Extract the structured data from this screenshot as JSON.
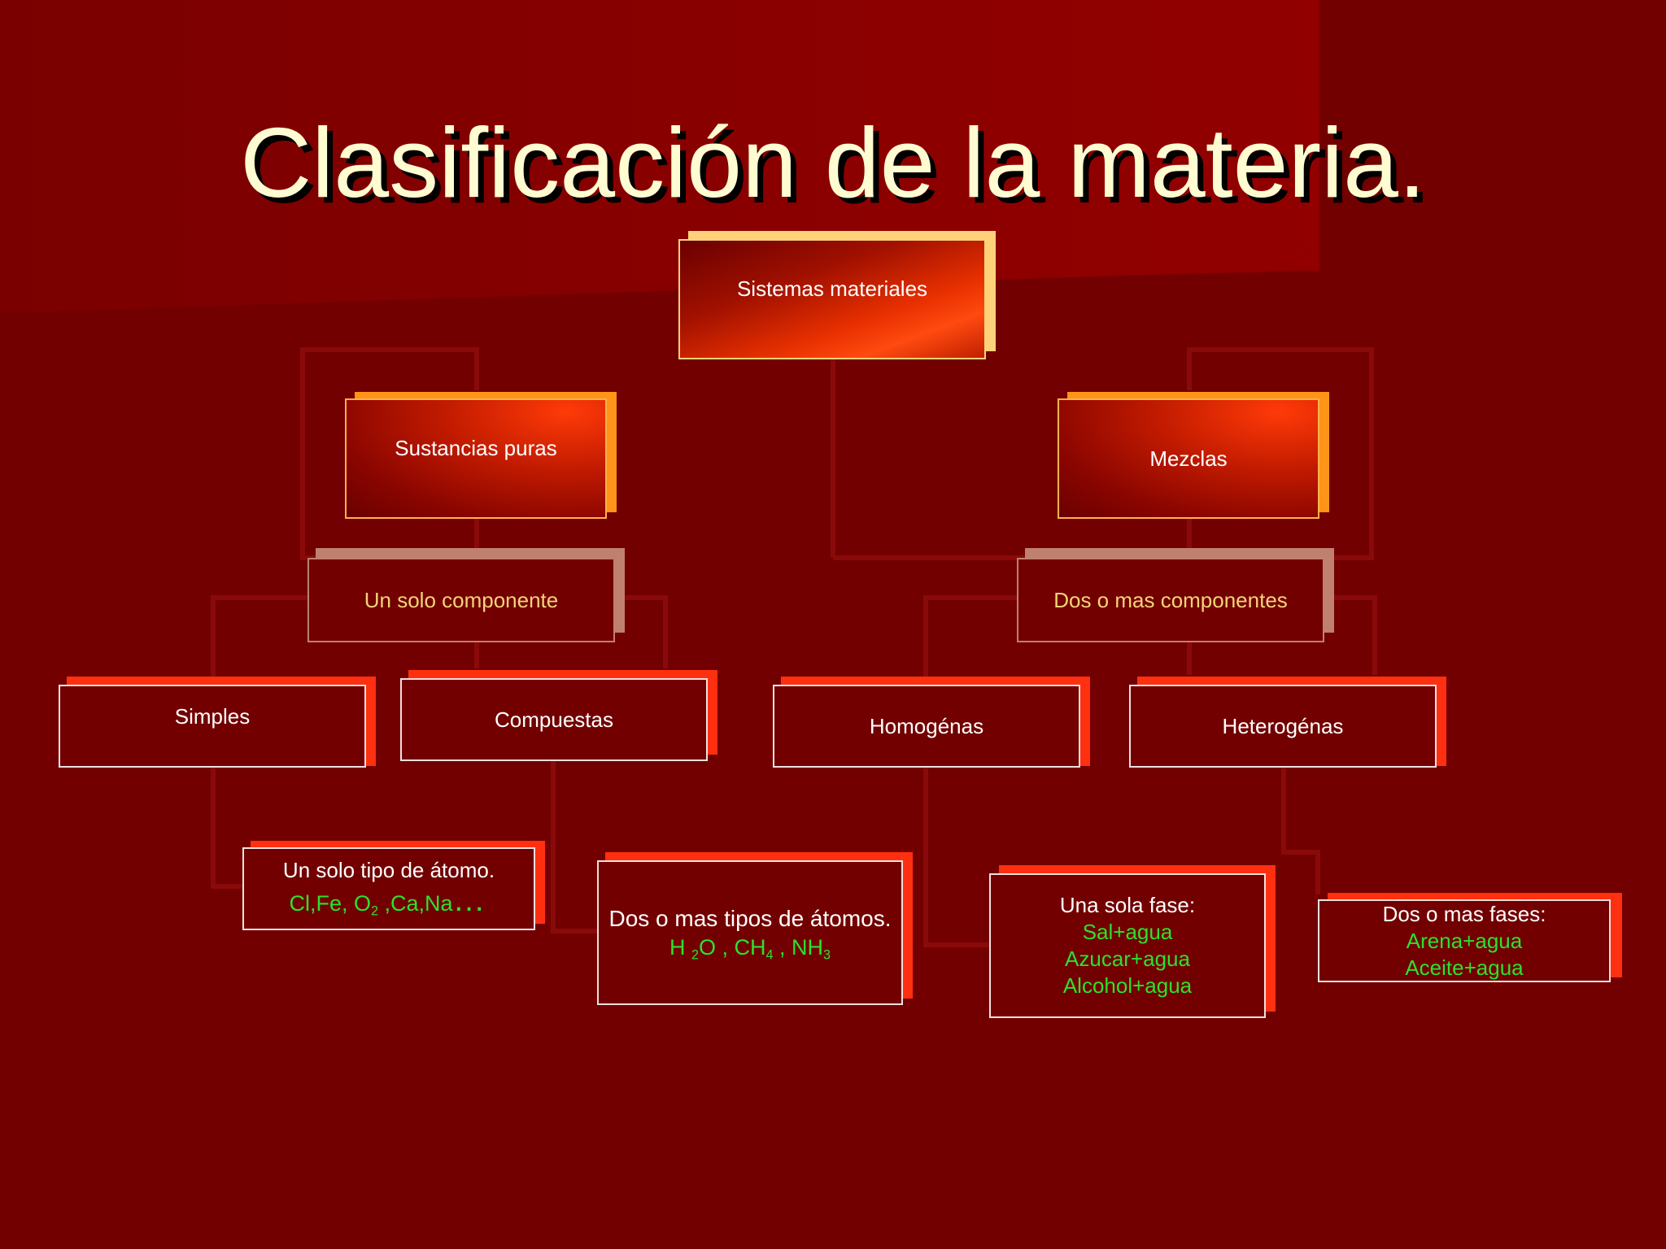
{
  "title": "Clasificación de la materia.",
  "nodes": {
    "root": "Sistemas materiales",
    "puras": "Sustancias puras",
    "mezclas": "Mezclas",
    "un_solo": "Un solo componente",
    "dos_o_mas": "Dos o mas componentes",
    "simples": "Simples",
    "compuestas": "Compuestas",
    "homogenas": "Homogénas",
    "heterogenas": "Heterogénas"
  },
  "examples": {
    "simples": {
      "description": "Un solo tipo de átomo.",
      "items": [
        "Cl,Fe, O",
        "2",
        " ,Ca,Na",
        "…"
      ]
    },
    "compuestas": {
      "description": "Dos o mas tipos de átomos.",
      "formula_parts": [
        "H ",
        "2",
        "O , CH",
        "4",
        " , NH",
        "3"
      ]
    },
    "homogenas": {
      "description": "Una sola fase:",
      "items": [
        "Sal+agua",
        "Azucar+agua",
        "Alcohol+agua"
      ]
    },
    "heterogenas": {
      "description": "Dos o mas fases:",
      "items": [
        "Arena+agua",
        "Aceite+agua"
      ]
    }
  },
  "colors": {
    "background": "#720000",
    "title": "#fffcd2",
    "example_text": "#2ee02e",
    "connector": "#8a0a0a",
    "accent_label": "#f5d37a"
  }
}
